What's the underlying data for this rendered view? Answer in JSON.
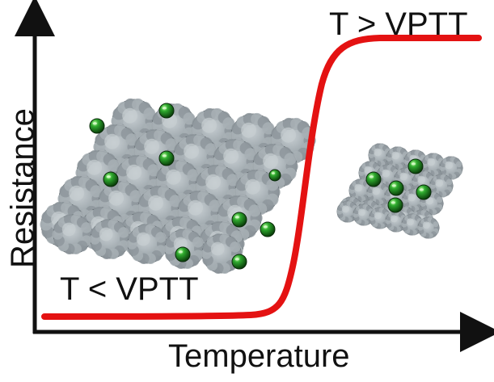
{
  "axes": {
    "x_label": "Temperature",
    "y_label": "Resistance"
  },
  "annotations": {
    "high_state": "T > VPTT",
    "low_state": "T < VPTT"
  },
  "colors": {
    "curve": "#e41212",
    "axis": "#111111",
    "gel": "#9aa3a8",
    "gel_dark": "#6f787d",
    "particle": "#1f8f1f",
    "particle_dark": "#0a3f0a"
  },
  "icons": [
    "swollen-hydrogel-array",
    "collapsed-hydrogel-array",
    "green-nanoparticle"
  ]
}
